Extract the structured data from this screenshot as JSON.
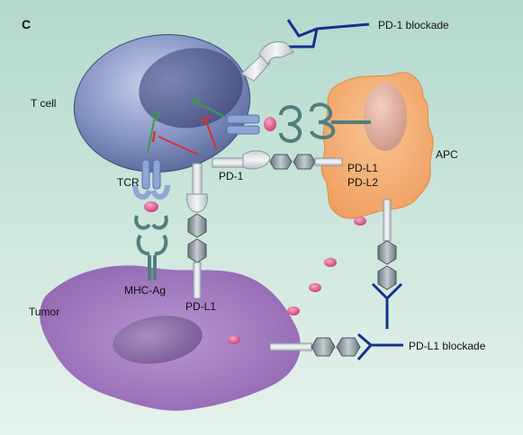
{
  "panel_label": "C",
  "labels": {
    "t_cell": "T cell",
    "pd1_blockade": "PD-1 blockade",
    "apc": "APC",
    "pd_l1_apc": "PD-L1",
    "pd_l2": "PD-L2",
    "pd1": "PD-1",
    "tcr": "TCR",
    "mhc_ag": "MHC-Ag",
    "pd_l1_tumor": "PD-L1",
    "tumor": "Tumor",
    "pd_l1_blockade": "PD-L1 blockade"
  },
  "colors": {
    "background_top": "#b7dccf",
    "background_bottom": "#e3f1ea",
    "t_cell": "#7f8fbe",
    "apc": "#f6b179",
    "tumor": "#a27bbf",
    "antibody": "#16308f",
    "molecule": "#8c97a0",
    "cytokine": "#d84a82",
    "activation_arrow": "#3c9a4a",
    "inhibition_arrow": "#d82f2f"
  }
}
